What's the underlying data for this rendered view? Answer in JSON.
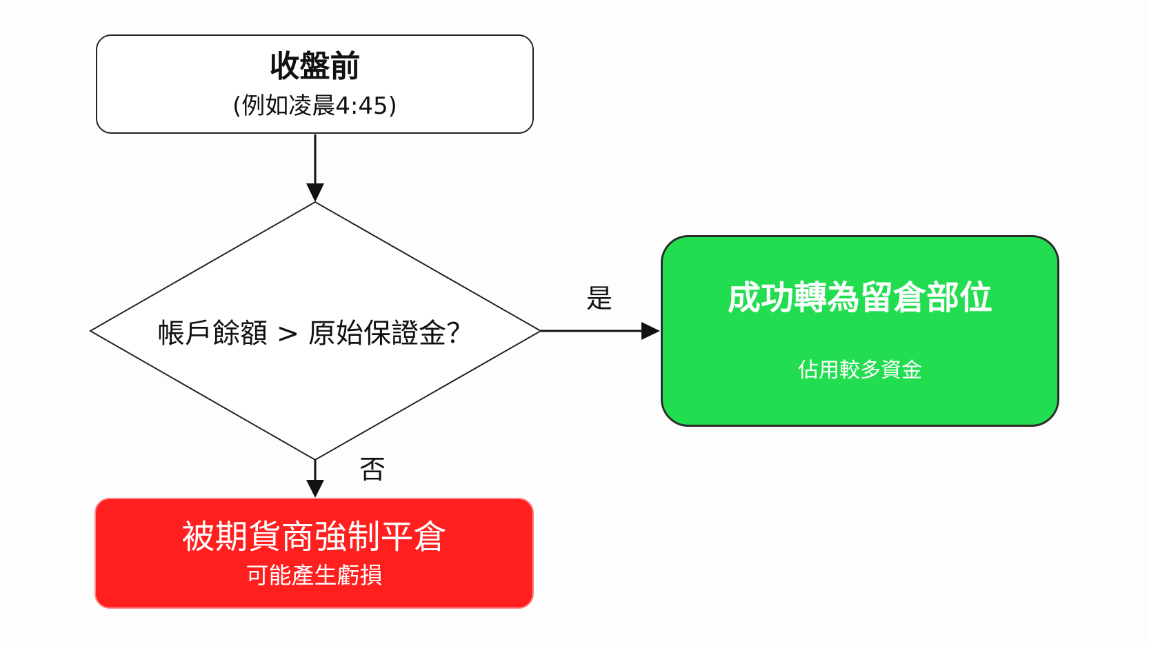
{
  "nodes": {
    "start": {
      "title": "收盤前",
      "subtitle": "(例如凌晨4:45)"
    },
    "decision": {
      "label": "帳戶餘額 > 原始保證金？"
    },
    "yes_outcome": {
      "title": "成功轉為留倉部位",
      "subtitle": "佔用較多資金"
    },
    "no_outcome": {
      "title": "被期貨商強制平倉",
      "subtitle": "可能產生虧損"
    }
  },
  "edges": {
    "yes_label": "是",
    "no_label": "否"
  },
  "colors": {
    "yes_fill": "#22dd4f",
    "no_fill": "#ff1f1f",
    "line": "#111111"
  }
}
